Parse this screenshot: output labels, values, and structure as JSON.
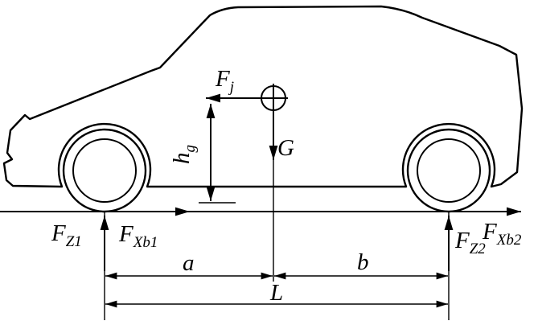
{
  "figure": {
    "colors": {
      "line": "#000000",
      "background": "#ffffff"
    },
    "labels": {
      "inertia_force": {
        "main": "F",
        "sub": "j"
      },
      "gravity": {
        "main": "G",
        "sub": ""
      },
      "cg_height": {
        "main": "h",
        "sub": "g"
      },
      "front_normal": {
        "main": "F",
        "sub": "Z1"
      },
      "front_brake": {
        "main": "F",
        "sub": "Xb1"
      },
      "rear_normal": {
        "main": "F",
        "sub": "Z2"
      },
      "rear_brake": {
        "main": "F",
        "sub": "Xb2"
      },
      "dim_a": {
        "main": "a",
        "sub": ""
      },
      "dim_b": {
        "main": "b",
        "sub": ""
      },
      "wheelbase": {
        "main": "L",
        "sub": ""
      }
    }
  }
}
